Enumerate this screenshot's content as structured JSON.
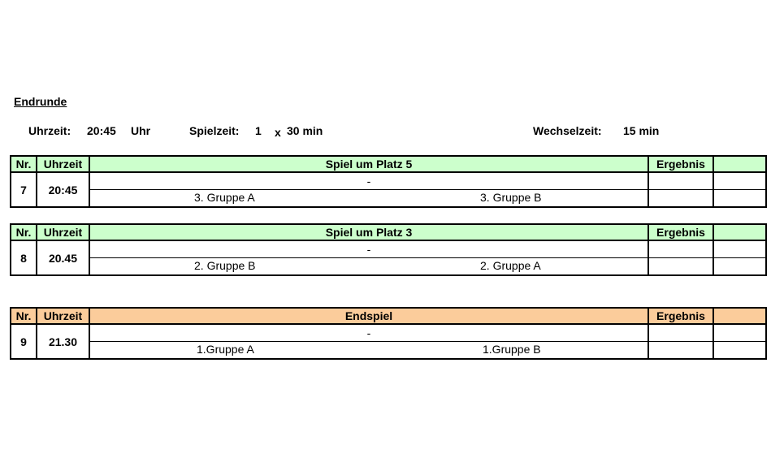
{
  "page": {
    "title": "Endrunde",
    "info": {
      "uhrzeit_label": "Uhrzeit:",
      "uhrzeit_value": "20:45",
      "uhr_label": "Uhr",
      "spielzeit_label": "Spielzeit:",
      "spielzeit_count": "1",
      "spielzeit_x": "x",
      "spielzeit_value": "30 min",
      "wechselzeit_label": "Wechselzeit:",
      "wechselzeit_value": "15 min"
    }
  },
  "columns": {
    "nr": "Nr.",
    "uhrzeit": "Uhrzeit",
    "ergebnis": "Ergebnis"
  },
  "matches": [
    {
      "nr": "7",
      "time": "20:45",
      "title": "Spiel um Platz 5",
      "score": "-",
      "team_a": "3. Gruppe A",
      "team_b": "3. Gruppe B",
      "color": "#ccffcc"
    },
    {
      "nr": "8",
      "time": "20.45",
      "title": "Spiel um Platz 3",
      "score": "-",
      "team_a": "2. Gruppe B",
      "team_b": "2. Gruppe A",
      "color": "#ccffcc"
    },
    {
      "nr": "9",
      "time": "21.30",
      "title": "Endspiel",
      "score": "-",
      "team_a": "1.Gruppe A",
      "team_b": "1.Gruppe B",
      "color": "#fbcc9b"
    }
  ]
}
